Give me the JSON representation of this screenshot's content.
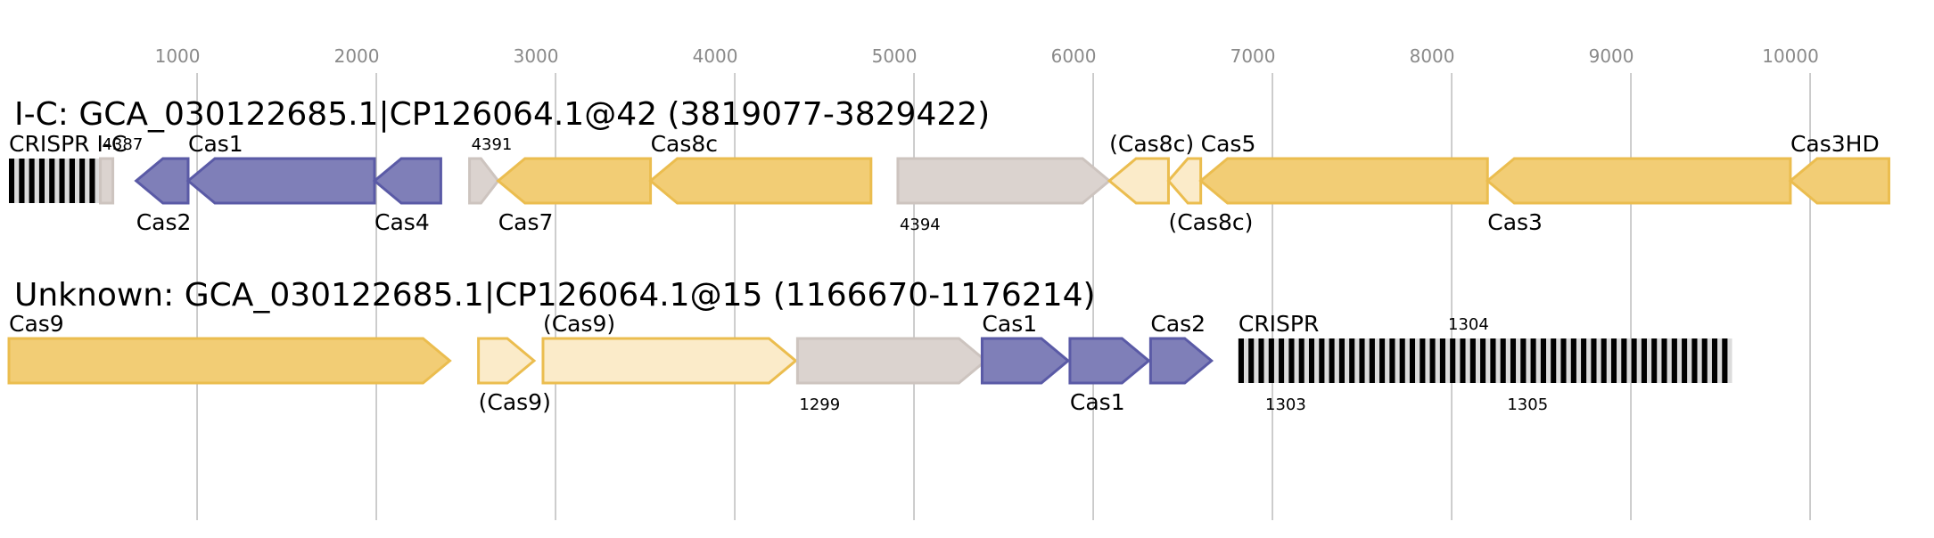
{
  "axis": {
    "ticks": [
      "1000",
      "2000",
      "3000",
      "4000",
      "5000",
      "6000",
      "7000",
      "8000",
      "9000",
      "10000"
    ]
  },
  "colors": {
    "purple_fill": "#7f7fb8",
    "purple_stroke": "#5a5aa6",
    "yellow_fill": "#f2cd75",
    "yellow_stroke": "#ebbd4f",
    "light_fill": "#fbebc9",
    "grey_fill": "#dbd3cf",
    "grey_stroke": "#cdc4bf",
    "grid": "#bdbdbd",
    "tick_text": "#8a8a8a"
  },
  "loci": [
    {
      "title": "I-C: GCA_030122685.1|CP126064.1@42 (3819077-3829422)",
      "features": [
        {
          "label": "CRISPR",
          "kind": "crispr",
          "start": -50,
          "end": 460,
          "label_pos": "above"
        },
        {
          "label": "4387",
          "kind": "grey",
          "start": 460,
          "end": 530,
          "dir": "none",
          "label_pos": "above",
          "small": true
        },
        {
          "label": "Cas2",
          "kind": "purple",
          "start": 660,
          "end": 950,
          "dir": "left",
          "label_pos": "below"
        },
        {
          "label": "Cas1",
          "kind": "purple",
          "start": 950,
          "end": 1990,
          "dir": "left",
          "label_pos": "above"
        },
        {
          "label": "Cas4",
          "kind": "purple",
          "start": 1990,
          "end": 2360,
          "dir": "left",
          "label_pos": "below"
        },
        {
          "label": "4391",
          "kind": "grey",
          "start": 2520,
          "end": 2680,
          "dir": "right",
          "label_pos": "above",
          "small": true
        },
        {
          "label": "Cas7",
          "kind": "yellow",
          "start": 2680,
          "end": 3530,
          "dir": "left",
          "label_pos": "below"
        },
        {
          "label": "Cas8c",
          "kind": "yellow",
          "start": 3530,
          "end": 4760,
          "dir": "left",
          "label_pos": "above"
        },
        {
          "label": "4394",
          "kind": "grey",
          "start": 4910,
          "end": 6090,
          "dir": "right",
          "label_pos": "below",
          "small": true
        },
        {
          "label": "(Cas8c)",
          "kind": "light",
          "start": 6090,
          "end": 6420,
          "dir": "left",
          "label_pos": "above"
        },
        {
          "label": "(Cas8c)",
          "kind": "light",
          "start": 6420,
          "end": 6600,
          "dir": "left",
          "label_pos": "below"
        },
        {
          "label": "Cas5",
          "kind": "yellow",
          "start": 6600,
          "end": 8200,
          "dir": "left",
          "label_pos": "above"
        },
        {
          "label": "Cas3",
          "kind": "yellow",
          "start": 8200,
          "end": 9890,
          "dir": "left",
          "label_pos": "below"
        },
        {
          "label": "Cas3HD",
          "kind": "yellow",
          "start": 9890,
          "end": 10440,
          "dir": "left",
          "label_pos": "above"
        }
      ],
      "extra_labels": [
        {
          "label": "I-C",
          "start": 440
        }
      ]
    },
    {
      "title": "Unknown: GCA_030122685.1|CP126064.1@15 (1166670-1176214)",
      "features": [
        {
          "label": "Cas9",
          "kind": "yellow",
          "start": -50,
          "end": 2410,
          "dir": "right",
          "label_pos": "above"
        },
        {
          "label": "(Cas9)",
          "kind": "light",
          "start": 2570,
          "end": 2880,
          "dir": "right",
          "label_pos": "below"
        },
        {
          "label": "(Cas9)",
          "kind": "light",
          "start": 2930,
          "end": 4340,
          "dir": "right",
          "label_pos": "above"
        },
        {
          "label": "1299",
          "kind": "grey",
          "start": 4350,
          "end": 5400,
          "dir": "right",
          "label_pos": "below",
          "small": true
        },
        {
          "label": "Cas1",
          "kind": "purple",
          "start": 5380,
          "end": 5860,
          "dir": "right",
          "label_pos": "above"
        },
        {
          "label": "Cas1",
          "kind": "purple",
          "start": 5870,
          "end": 6310,
          "dir": "right",
          "label_pos": "below"
        },
        {
          "label": "Cas2",
          "kind": "purple",
          "start": 6320,
          "end": 6660,
          "dir": "right",
          "label_pos": "above"
        },
        {
          "label": "CRISPR",
          "kind": "crispr",
          "start": 6810,
          "end": 9560,
          "label_pos": "above"
        }
      ],
      "extra_labels": [
        {
          "label": "1304",
          "start": 7980,
          "pos": "above",
          "small": true
        },
        {
          "label": "1303",
          "start": 6960,
          "pos": "below",
          "small": true
        },
        {
          "label": "1305",
          "start": 8310,
          "pos": "below",
          "small": true
        }
      ]
    }
  ]
}
